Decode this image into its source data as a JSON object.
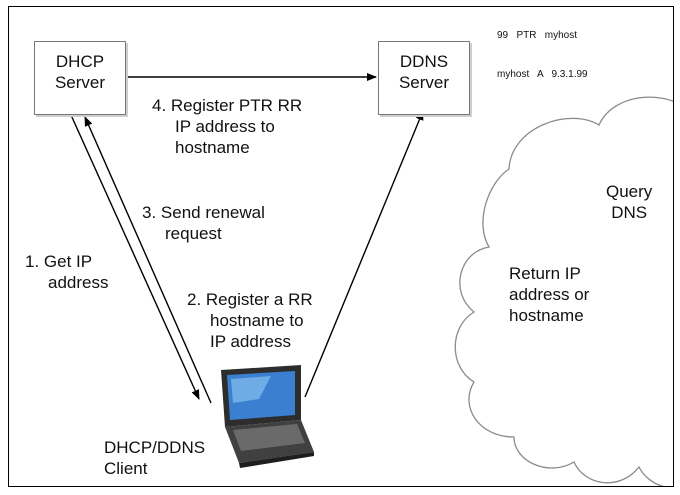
{
  "nodes": {
    "dhcp_server": {
      "line1": "DHCP",
      "line2": "Server"
    },
    "ddns_server": {
      "line1": "DDNS",
      "line2": "Server"
    },
    "client": {
      "line1": "DHCP/DDNS",
      "line2": "Client"
    }
  },
  "steps": {
    "step1": {
      "line1": "1.  Get IP",
      "line2": "address"
    },
    "step2": {
      "line1": "2.  Register a RR",
      "line2": "hostname to",
      "line3": "IP address"
    },
    "step3": {
      "line1": "3.  Send renewal",
      "line2": "request"
    },
    "step4": {
      "line1": "4.  Register PTR RR",
      "line2": "IP address to",
      "line3": "hostname"
    }
  },
  "dns_records": {
    "ptr": "99   PTR   myhost",
    "a": "myhost   A   9.3.1.99"
  },
  "cloud": {
    "query_line1": "Query",
    "query_line2": "DNS",
    "return_line1": "Return IP",
    "return_line2": "address or",
    "return_line3": "hostname"
  },
  "colors": {
    "line": "#000000",
    "cloud_stroke": "#8a8a8a",
    "box_shadow": "#cfcfcf",
    "laptop_screen": "#3a7fd0"
  },
  "icons": {
    "client_device": "laptop-icon",
    "dns_network": "cloud-icon"
  }
}
